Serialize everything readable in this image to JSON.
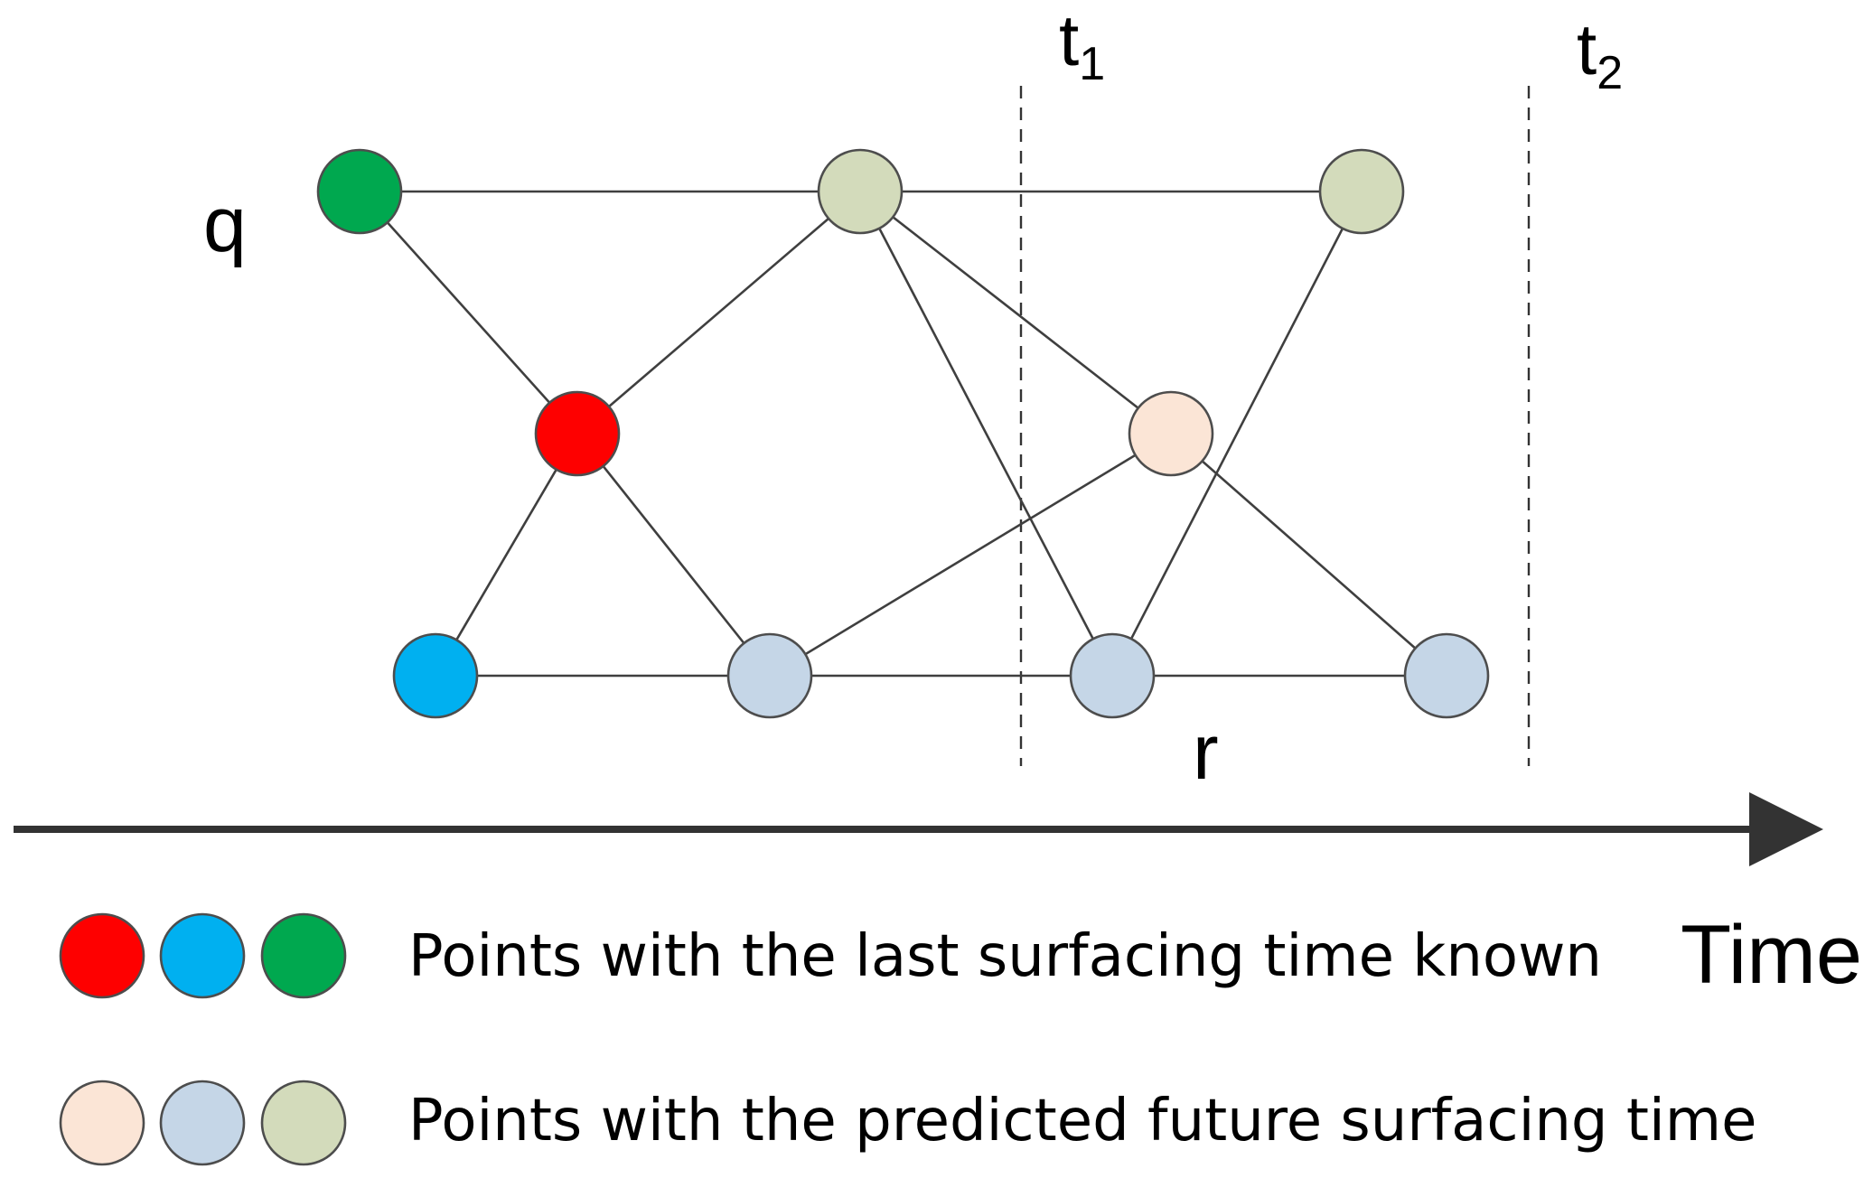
{
  "labels": {
    "t1": {
      "base": "t",
      "sub": "1"
    },
    "t2": {
      "base": "t",
      "sub": "2"
    },
    "q": "q",
    "r": "r",
    "time": "Time"
  },
  "colors": {
    "red": "#fe0000",
    "blue": "#00b0f0",
    "green": "#00a84f",
    "peach": "#fbe5d6",
    "light_blue": "#c5d6e7",
    "sage": "#d3dbbb",
    "edge": "#3f3f3f",
    "axis": "#333333"
  },
  "nodes": [
    {
      "id": "q-green",
      "color": "green"
    },
    {
      "id": "top-sage-1",
      "color": "sage"
    },
    {
      "id": "top-sage-2",
      "color": "sage"
    },
    {
      "id": "mid-red",
      "color": "red"
    },
    {
      "id": "mid-peach",
      "color": "peach"
    },
    {
      "id": "bottom-blue",
      "color": "blue"
    },
    {
      "id": "bottom-light-blue-1",
      "color": "light_blue"
    },
    {
      "id": "bottom-light-blue-2",
      "color": "light_blue"
    },
    {
      "id": "bottom-light-blue-3",
      "color": "light_blue"
    }
  ],
  "edges": [
    [
      "q-green",
      "top-sage-1"
    ],
    [
      "top-sage-1",
      "top-sage-2"
    ],
    [
      "q-green",
      "mid-red"
    ],
    [
      "mid-red",
      "top-sage-1"
    ],
    [
      "top-sage-1",
      "mid-peach"
    ],
    [
      "top-sage-1",
      "bottom-light-blue-2"
    ],
    [
      "top-sage-2",
      "bottom-light-blue-2"
    ],
    [
      "mid-red",
      "bottom-blue"
    ],
    [
      "mid-red",
      "bottom-light-blue-1"
    ],
    [
      "mid-peach",
      "bottom-light-blue-1"
    ],
    [
      "mid-peach",
      "bottom-light-blue-3"
    ],
    [
      "bottom-blue",
      "bottom-light-blue-1"
    ],
    [
      "bottom-light-blue-1",
      "bottom-light-blue-2"
    ],
    [
      "bottom-light-blue-2",
      "bottom-light-blue-3"
    ]
  ],
  "legend": [
    {
      "text": "Points with the last surfacing time known",
      "swatches": [
        "red",
        "blue",
        "green"
      ]
    },
    {
      "text": "Points with the predicted future surfacing time",
      "swatches": [
        "peach",
        "light_blue",
        "sage"
      ]
    }
  ]
}
